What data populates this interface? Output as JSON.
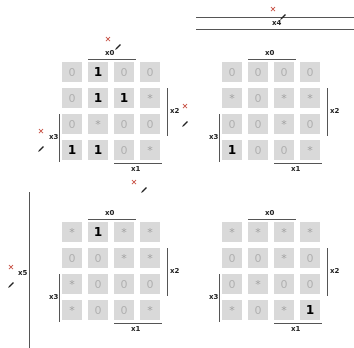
{
  "maps": [
    {
      "cells": [
        [
          "0",
          "1",
          "0",
          "0"
        ],
        [
          "0",
          "1",
          "1",
          "*"
        ],
        [
          "0",
          "*",
          "0",
          "0"
        ],
        [
          "1",
          "1",
          "0",
          "*"
        ]
      ]
    },
    {
      "cells": [
        [
          "0",
          "0",
          "0",
          "0"
        ],
        [
          "*",
          "0",
          "*",
          "*"
        ],
        [
          "0",
          "0",
          "*",
          "0"
        ],
        [
          "1",
          "0",
          "0",
          "*"
        ]
      ]
    },
    {
      "cells": [
        [
          "*",
          "1",
          "*",
          "*"
        ],
        [
          "0",
          "0",
          "*",
          "*"
        ],
        [
          "*",
          "0",
          "0",
          "0"
        ],
        [
          "*",
          "0",
          "0",
          "*"
        ]
      ]
    },
    {
      "cells": [
        [
          "*",
          "*",
          "*",
          "*"
        ],
        [
          "0",
          "0",
          "*",
          "0"
        ],
        [
          "0",
          "*",
          "0",
          "0"
        ],
        [
          "*",
          "0",
          "*",
          "1"
        ]
      ]
    }
  ],
  "labels": {
    "x0": "x0",
    "x1": "x1",
    "x2": "x2",
    "x3": "x3",
    "x4": "x4",
    "x5": "x5"
  },
  "icons": {
    "remove": "close-icon",
    "edit": "pencil-icon"
  },
  "colors": {
    "cell": "#d9d9d9",
    "remove": "#c0392b"
  }
}
